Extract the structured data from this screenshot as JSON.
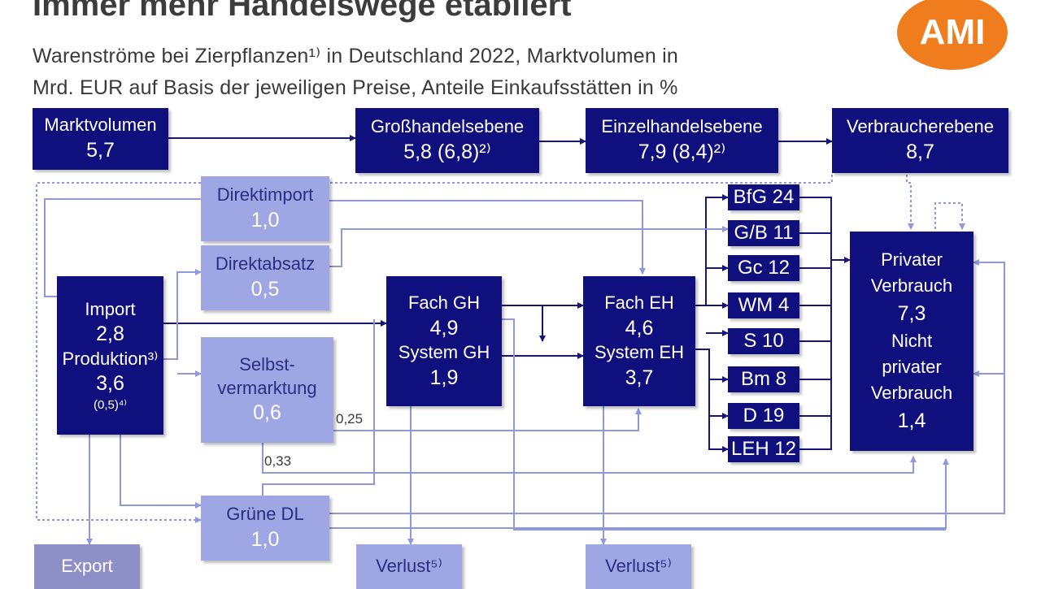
{
  "header": {
    "title": "Immer mehr Handelswege etabliert",
    "subtitle_line1": "Warenströme bei Zierpflanzen¹⁾ in Deutschland 2022, Marktvolumen in",
    "subtitle_line2": "Mrd. EUR auf Basis der jeweiligen Preise, Anteile Einkaufsstätten in %",
    "logo": "AMI"
  },
  "top": {
    "markt": {
      "label": "Marktvolumen",
      "value": "5,7"
    },
    "gross": {
      "label": "Großhandelsebene",
      "value": "5,8 (6,8)²⁾"
    },
    "einzel": {
      "label": "Einzelhandelsebene",
      "value": "7,9 (8,4)²⁾"
    },
    "verbr": {
      "label": "Verbraucherebene",
      "value": "8,7"
    }
  },
  "channels": {
    "direktimport": {
      "label": "Direktimport",
      "value": "1,0"
    },
    "direktabsatz": {
      "label": "Direktabsatz",
      "value": "0,5"
    },
    "selbst": {
      "label1": "Selbst-",
      "label2": "vermarktung",
      "value": "0,6"
    },
    "gruene": {
      "label": "Grüne DL",
      "value": "1,0"
    }
  },
  "import": {
    "label1": "Import",
    "value1": "2,8",
    "label2": "Produktion³⁾",
    "value2": "3,6",
    "note": "(0,5)⁴⁾"
  },
  "fachgh": {
    "label1": "Fach GH",
    "value1": "4,9",
    "label2": "System GH",
    "value2": "1,9"
  },
  "facheh": {
    "label1": "Fach EH",
    "value1": "4,6",
    "label2": "System EH",
    "value2": "3,7"
  },
  "shares": [
    "BfG 24",
    "G/B 11",
    "Gc 12",
    "WM 4",
    "S 10",
    "Bm 8",
    "D 19",
    "LEH 12"
  ],
  "privat": {
    "label1": "Privater",
    "label2": "Verbrauch",
    "value1": "7,3",
    "label3": "Nicht",
    "label4": "privater",
    "label5": "Verbrauch",
    "value2": "1,4"
  },
  "bottom": {
    "export": "Export",
    "verlust1": "Verlust⁵⁾",
    "verlust2": "Verlust⁵⁾"
  },
  "annotations": {
    "a1": "0,25",
    "a2": "0,33"
  },
  "colors": {
    "dark": "#100f7e",
    "light": "#9fa6e4",
    "line_dark": "#16147e",
    "line_light": "#8f98dc",
    "logo": "#ef7d1e"
  }
}
